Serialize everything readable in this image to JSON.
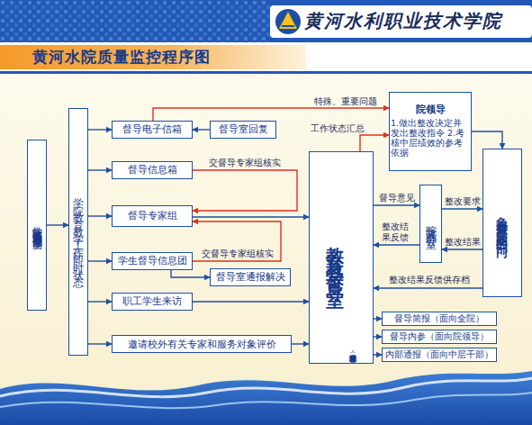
{
  "diagram": {
    "title": "黄河水院质量监控程序图",
    "nodes": [
      {
        "text": [
          "学院标准体系中相关标准规章制度"
        ]
      },
      {
        "text": [
          "学院教育教学工作即时状态"
        ]
      },
      {
        "text": [
          "督导电子信箱"
        ]
      },
      {
        "text": [
          "督导室回复"
        ]
      },
      {
        "text": [
          "督导信息箱"
        ]
      },
      {
        "text": [
          "督导专家组"
        ]
      },
      {
        "text": [
          "学生督导信息团"
        ]
      },
      {
        "text": [
          "督导室通报解决"
        ]
      },
      {
        "text": [
          "职工学生来访"
        ]
      },
      {
        "text": [
          "邀请校外有关专家和服务对象评价"
        ]
      },
      {
        "text": [
          "教育教学督导室",
          "（对督导发现的问题立卷，对整改结果存档）"
        ]
      },
      {
        "text": [
          "院领导",
          "1.做出整改决定并发出整改指令 2.考核中层绩效的参考依据"
        ]
      },
      {
        "text": [
          "院党政办公室"
        ]
      },
      {
        "text": [
          "负责整改问题的部门"
        ]
      },
      {
        "text": [
          "督导简报（面向全院）"
        ]
      },
      {
        "text": [
          "督导内参（面向院领导）"
        ]
      },
      {
        "text": [
          "内部通报（面向中层干部）"
        ]
      }
    ],
    "edges": [
      {
        "from": 0,
        "to": 1,
        "arrow": "to"
      },
      {
        "from": 1,
        "to": 2,
        "arrow": "to"
      },
      {
        "from": 1,
        "to": 4,
        "arrow": "to"
      },
      {
        "from": 1,
        "to": 5,
        "arrow": "to"
      },
      {
        "from": 1,
        "to": 6,
        "arrow": "to"
      },
      {
        "from": 1,
        "to": 8,
        "arrow": "to"
      },
      {
        "from": 1,
        "to": 9,
        "arrow": "to"
      },
      {
        "from": 3,
        "to": 2,
        "arrow": "to"
      },
      {
        "from": 4,
        "to": 5,
        "label": "交督导专家组核实",
        "arrow": "to"
      },
      {
        "from": 5,
        "to": 10,
        "arrow": "to"
      },
      {
        "from": 6,
        "to": 5,
        "label": "交督导专家组核实",
        "arrow": "to"
      },
      {
        "from": 6,
        "to": 7,
        "arrow": "to"
      },
      {
        "from": 8,
        "to": 10,
        "arrow": "to"
      },
      {
        "from": 9,
        "to": 10,
        "arrow": "to"
      },
      {
        "from": 2,
        "to": 11,
        "label": "特殊、重要问题",
        "arrow": "to"
      },
      {
        "from": 10,
        "to": 11,
        "label": "工作状态汇总",
        "arrow": "to"
      },
      {
        "from": 10,
        "to": 12,
        "label": "督导意见",
        "arrow": "to"
      },
      {
        "from": 12,
        "to": 10,
        "label": "整改结果反馈",
        "arrow": "to"
      },
      {
        "from": 12,
        "to": 13,
        "label": "整改要求",
        "arrow": "to"
      },
      {
        "from": 13,
        "to": 12,
        "label": "整改结果",
        "arrow": "to"
      },
      {
        "from": 13,
        "to": 10,
        "label": "整改结果反馈供存档",
        "arrow": "to"
      },
      {
        "from": 11,
        "to": 13,
        "arrow": "to"
      },
      {
        "from": 10,
        "to": 14,
        "arrow": "to"
      },
      {
        "from": 10,
        "to": 15,
        "arrow": "to"
      },
      {
        "from": 10,
        "to": 16,
        "arrow": "to"
      }
    ],
    "labels": [
      "黄河水利职业技术学院"
    ]
  }
}
